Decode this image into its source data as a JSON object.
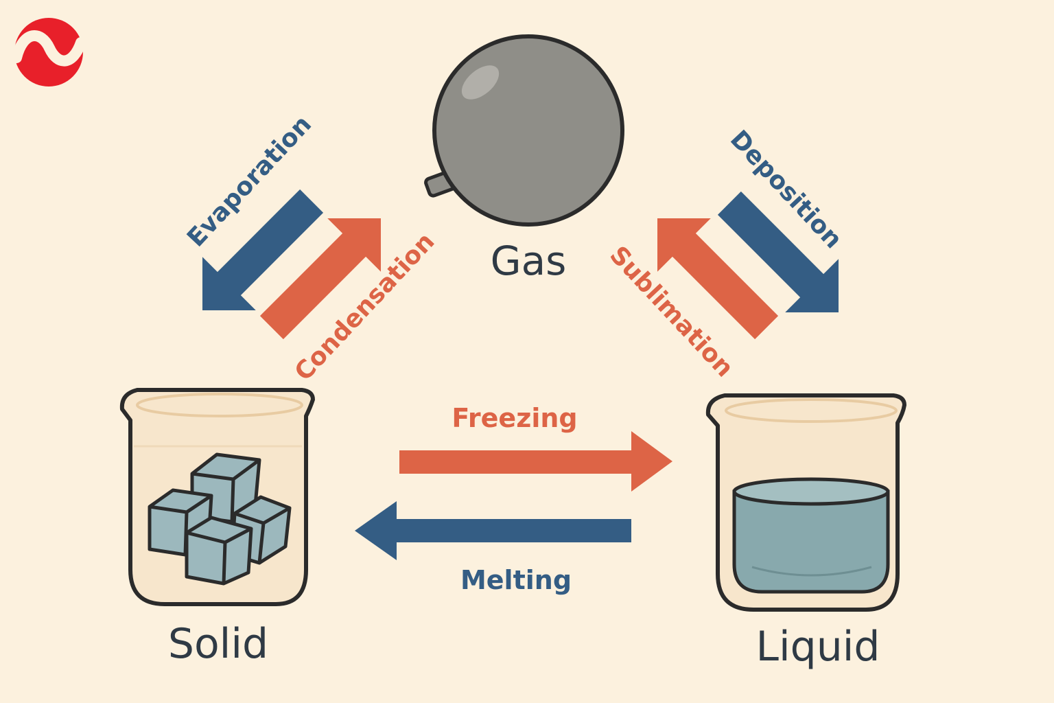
{
  "colors": {
    "background": "#fcf1de",
    "logo_red": "#e8202a",
    "warm_arrow": "#dd6446",
    "cool_arrow": "#345d84",
    "state_text": "#2f3a45",
    "outline": "#2b2b2b",
    "balloon": "#8f8e88",
    "ice": "#9cb8bd",
    "water": "#88a9ad",
    "glass": "#f7e6cc"
  },
  "icons": {
    "logo": "brand-wave-logo-icon",
    "gas": "balloon-icon",
    "solid": "beaker-ice-icon",
    "liquid": "beaker-water-icon"
  },
  "states": {
    "gas": "Gas",
    "solid": "Solid",
    "liquid": "Liquid"
  },
  "transitions": {
    "evaporation": "Evaporation",
    "condensation": "Condensation",
    "deposition": "Deposition",
    "sublimation": "Sublimation",
    "freezing": "Freezing",
    "melting": "Melting"
  }
}
